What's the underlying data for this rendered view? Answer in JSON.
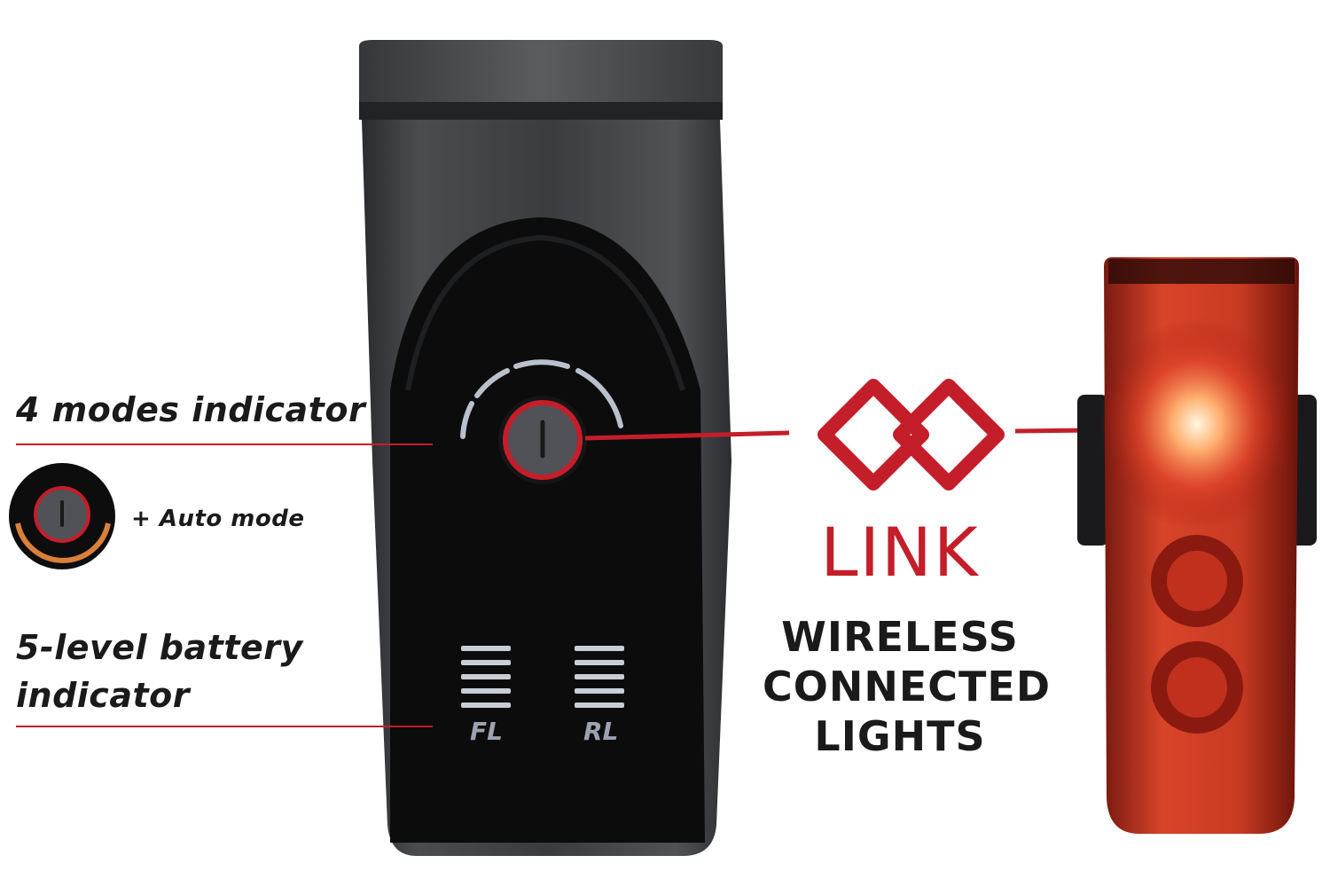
{
  "labels": {
    "modes_indicator": "4 modes indicator",
    "auto_mode": "+ Auto mode",
    "battery_line1": "5-level battery",
    "battery_line2": "indicator"
  },
  "front_light": {
    "fl_label": "FL",
    "rl_label": "RL"
  },
  "link": {
    "title": "LINK",
    "subtitle_line1": "WIRELESS",
    "subtitle_line2": "CONNECTED",
    "subtitle_line3": "LIGHTS"
  },
  "colors": {
    "accent_red": "#c41e2a",
    "indicator_grey": "#9aa3af",
    "auto_orange": "#d9803a"
  },
  "icons": [
    "power-button-icon",
    "chain-link-icon",
    "auto-mode-icon"
  ]
}
